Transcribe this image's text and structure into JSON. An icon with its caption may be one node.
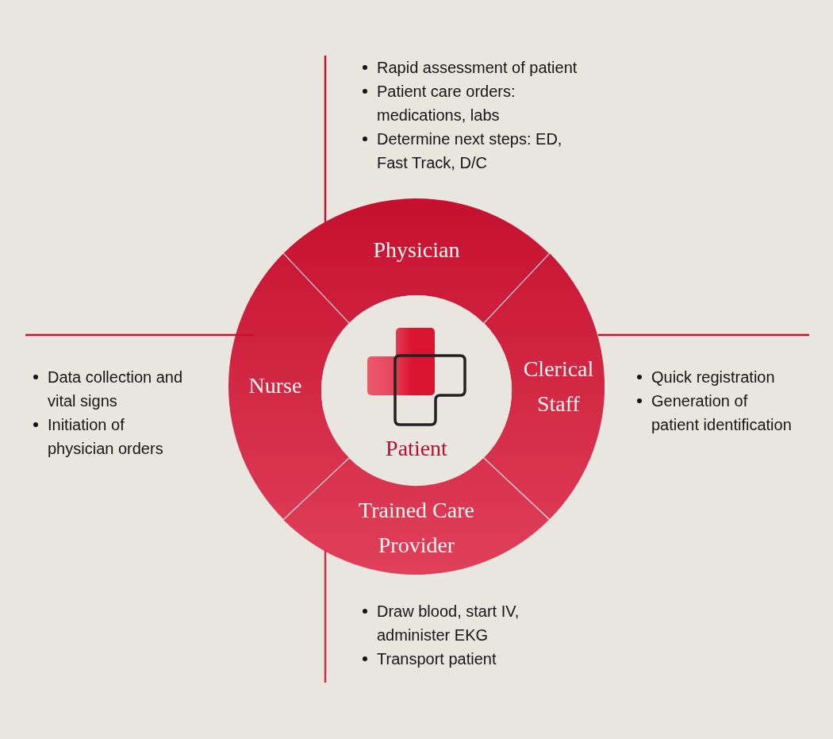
{
  "diagram": {
    "nodes": [
      {
        "text": [
          "Physician"
        ],
        "beside": [
          "Rapid assessment of patient",
          "Patient care orders: medications, labs",
          "Determine next steps: ED, Fast Track, D/C"
        ]
      },
      {
        "text": [
          "Clerical Staff"
        ],
        "beside": [
          "Quick registration",
          "Generation of patient identification"
        ]
      },
      {
        "text": [
          "Nurse"
        ],
        "beside": [
          "Data collection and vital signs",
          "Initiation of physician orders"
        ]
      },
      {
        "text": [
          "Patient"
        ]
      },
      {
        "text": [
          "Trained Care Provider"
        ],
        "beside": [
          "Draw blood, start IV, administer EKG",
          "Transport patient"
        ]
      }
    ]
  }
}
